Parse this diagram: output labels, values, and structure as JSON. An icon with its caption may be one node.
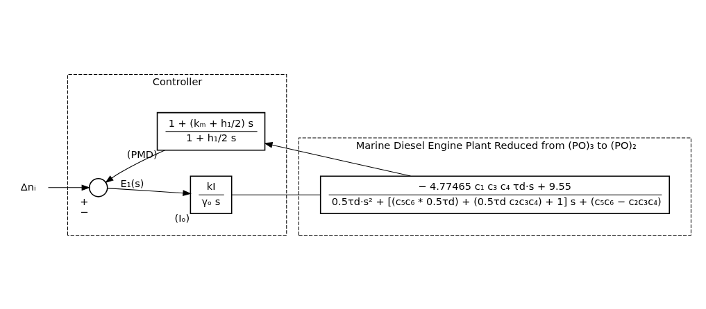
{
  "diagram": {
    "nodes": [
      {
        "text": [
          "Controller"
        ]
      },
      {
        "text": [
          "Marine Diesel Engine Plant Reduced from (PO)₃ to (PO)₂"
        ]
      },
      {
        "text": [],
        "shape": "circle",
        "in": 0,
        "beside": [
          "+",
          "−"
        ]
      },
      {
        "text": [
          "kI",
          "γₒ s"
        ],
        "in": 0,
        "beside": [
          "(Iₒ)"
        ]
      },
      {
        "text": [
          "− 4.77465 c₁ c₃ c₄ τd·s + 9.55",
          "0.5τd·s² + [(c₅c₆ * 0.5τd) + (0.5τd c₂c₃c₄) + 1] s + (c₅c₆ − c₂c₃c₄)"
        ],
        "in": 1
      },
      {
        "text": [
          "1 + (kₘ + h₁/2) s",
          "1 + h₁/2 s"
        ],
        "in": 0,
        "beside": [
          "(PMD)"
        ]
      },
      {
        "text": [
          "Δnᵢ"
        ]
      }
    ],
    "edges": [
      {
        "from": 6,
        "to": 2,
        "arrow": "to"
      },
      {
        "from": 2,
        "to": 3,
        "arrow": "to",
        "label": "E₁(s)"
      },
      {
        "from": 3,
        "to": 4,
        "arrow": "none"
      },
      {
        "from": 4,
        "to": 5,
        "arrow": "to"
      },
      {
        "from": 5,
        "to": 2,
        "arrow": "to"
      }
    ]
  }
}
